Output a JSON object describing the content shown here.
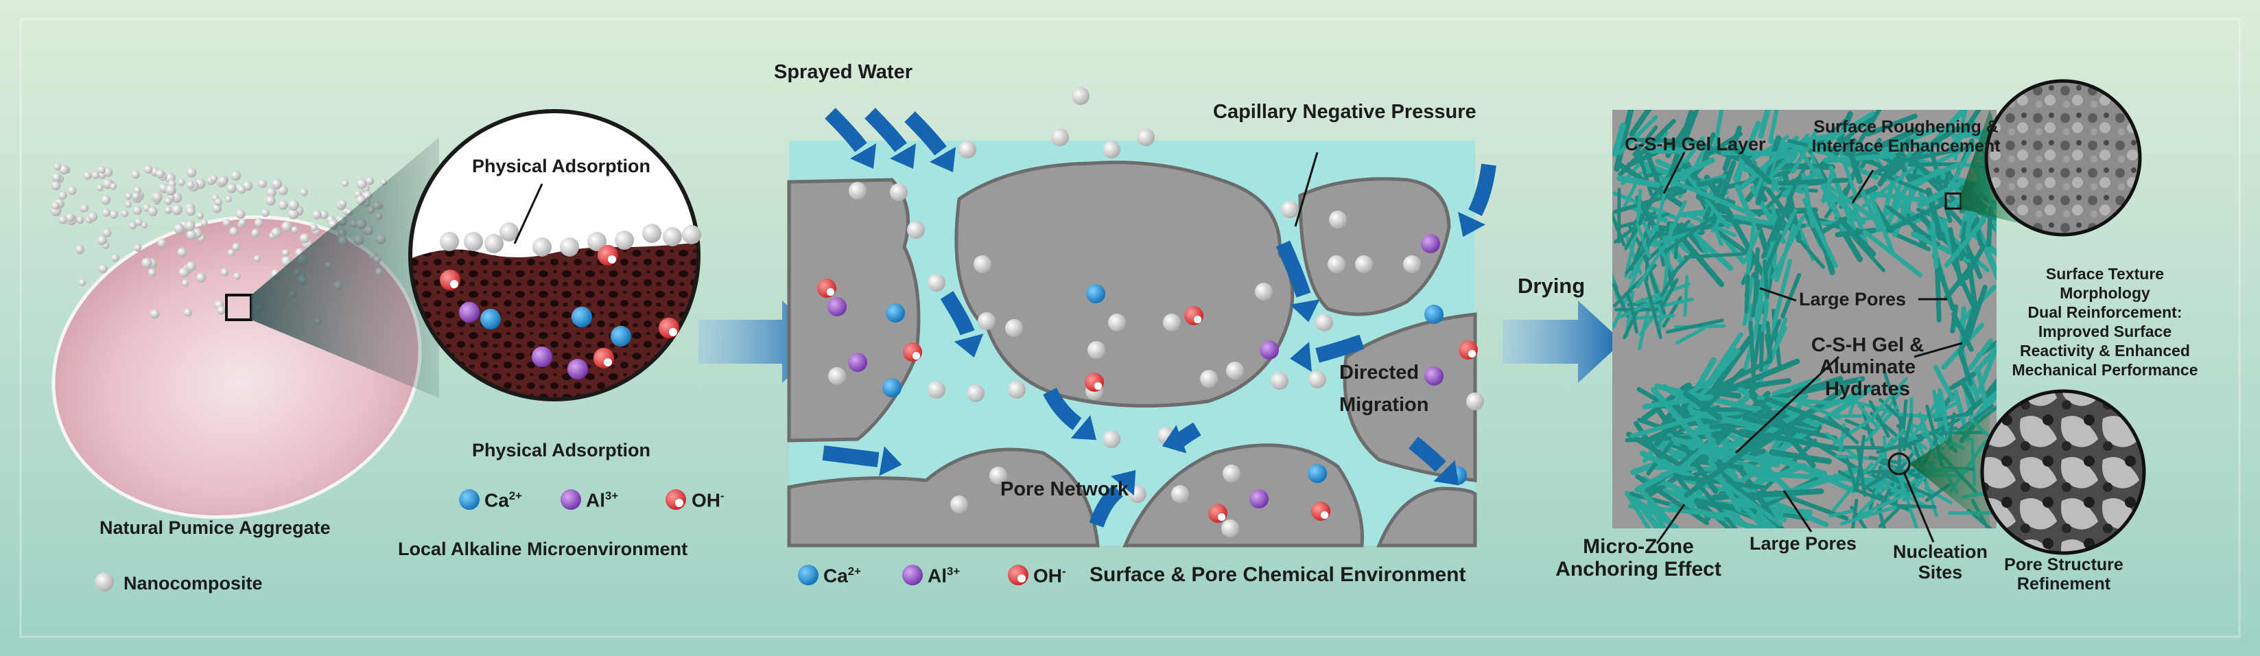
{
  "panel1": {
    "aggregate_label": "Natural Pumice Aggregate",
    "nanocomposite_label": "Nanocomposite",
    "zoom_title": "Physical Adsorption",
    "adsorption_label": "Physical Adsorption",
    "microenv_label": "Local Alkaline Microenvironment",
    "ions": [
      {
        "base": "Ca",
        "charge": "2+",
        "color": "#1a8fd6"
      },
      {
        "base": "Al",
        "charge": "3+",
        "color": "#8e44c4"
      },
      {
        "base": "OH",
        "charge": "-",
        "color": "#e53935"
      }
    ]
  },
  "panel2": {
    "sprayed_water": "Sprayed Water",
    "capillary": "Capillary Negative Pressure",
    "directed_migration_1": "Directed",
    "directed_migration_2": "Migration",
    "pore_network": "Pore Network",
    "caption": "Surface & Pore Chemical Environment",
    "ions": [
      {
        "base": "Ca",
        "charge": "2+",
        "color": "#1a8fd6"
      },
      {
        "base": "Al",
        "charge": "3+",
        "color": "#8e44c4"
      },
      {
        "base": "OH",
        "charge": "-",
        "color": "#e53935"
      }
    ]
  },
  "arrow_label": "Drying",
  "panel3": {
    "csh_layer": "C-S-H Gel Layer",
    "roughening_1": "Surface Roughening &",
    "roughening_2": "Interface Enhancement",
    "large_pores_top": "Large Pores",
    "large_pores_bottom": "Large Pores",
    "gel_1": "C-S-H Gel &",
    "gel_2": "Aluminate",
    "gel_3": "Hydrates",
    "micro_zone_1": "Micro-Zone",
    "micro_zone_2": "Anchoring Effect",
    "nucleation_1": "Nucleation",
    "nucleation_2": "Sites",
    "texture_lines": [
      "Surface Texture",
      "Morphology",
      "Dual Reinforcement:",
      "Improved Surface",
      "Reactivity & Enhanced",
      "Mechanical Performance"
    ],
    "pore_refine_1": "Pore Structure",
    "pore_refine_2": "Refinement"
  },
  "colors": {
    "background_top": "#d8ead8",
    "background_bottom": "#9fd3c7",
    "aggregate_gray": "#9a9a9a",
    "water_cyan": "#a9e8e6",
    "arrow_blue": "#1e7fc8",
    "csh_teal": "#2aa79b",
    "pumice_pink": "#e7b9bf"
  }
}
